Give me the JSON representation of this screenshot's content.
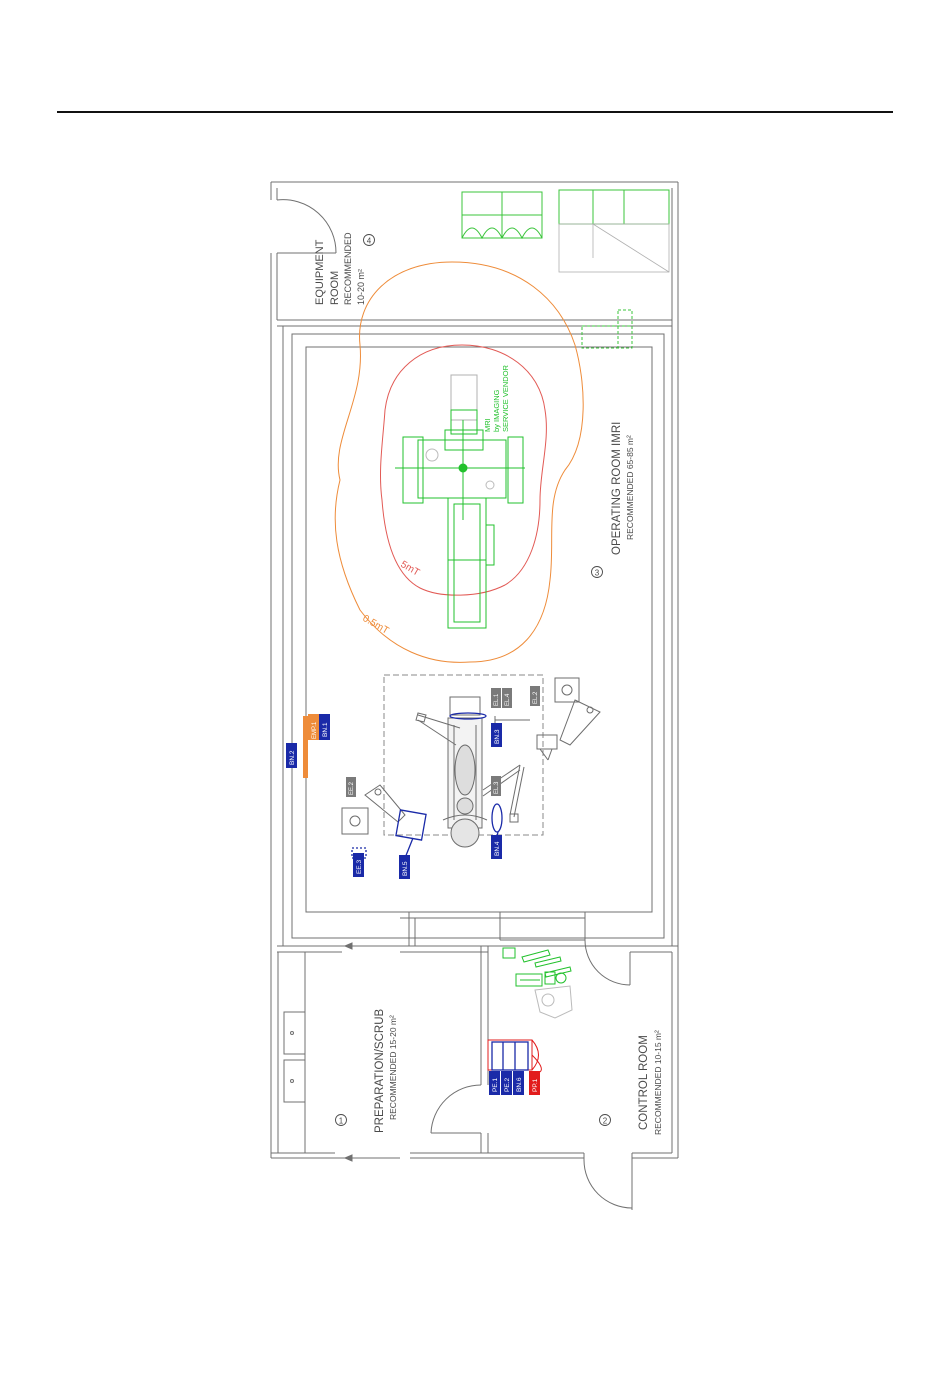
{
  "colors": {
    "wall": "#6d6d6d",
    "mri": "#22c12c",
    "field_5mt": "#e25a55",
    "field_05mt": "#ee8c3a",
    "tag_blue": "#1a2aa8",
    "tag_gray": "#7a7a7a",
    "tag_red": "#e21c1c",
    "tag_orange": "#ee8c3a",
    "room_label": "#4a4a4a"
  },
  "rooms": {
    "equipment": {
      "name_line1": "EQUIPMENT",
      "name_line2": "ROOM",
      "rec": "RECOMMENDED",
      "area": "10-20 m²",
      "number": "4"
    },
    "operating": {
      "name": "OPERATING ROOM IMRI",
      "rec": "RECOMMENDED 65-85 m²",
      "number": "3"
    },
    "prep": {
      "name": "PREPARATION/SCRUB",
      "rec": "RECOMMENDED 15-20 m²",
      "number": "1"
    },
    "control": {
      "name": "CONTROL ROOM",
      "rec": "RECOMMENDED 10-15 m²",
      "number": "2"
    }
  },
  "mri": {
    "line1": "MRI",
    "line2": "by IMAGING",
    "line3": "SERVICE VENDOR"
  },
  "fields": {
    "inner": "5mT",
    "outer": "0.5mT"
  },
  "tags": {
    "bn1": "BN.1",
    "bn2": "BN.2",
    "bn3": "BN.3",
    "bn4": "BN.4",
    "bn5": "BN.5",
    "bn6": "BN.6",
    "el1": "EL.1",
    "el2": "EL.2",
    "el3": "EL.3",
    "el4": "EL.4",
    "ee2": "EE.2",
    "ee3": "EE.3",
    "pe1": "PE.1",
    "pe2": "PE.2",
    "pp1": "PP.1",
    "emp": "EMP.1"
  }
}
